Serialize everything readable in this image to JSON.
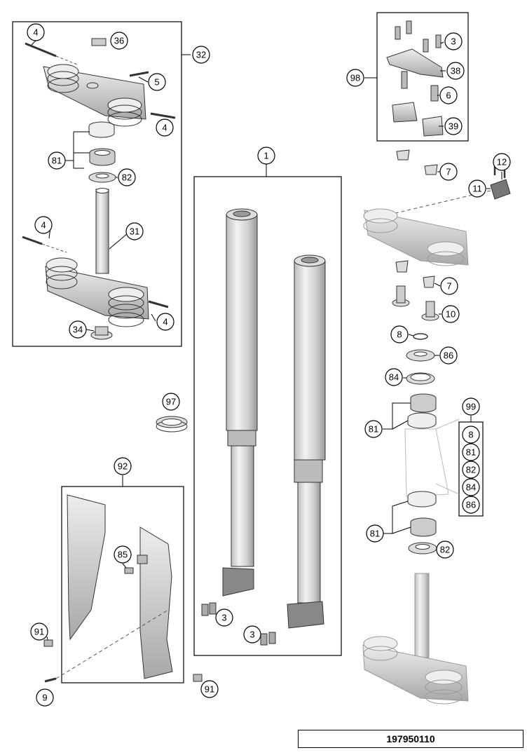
{
  "diagram": {
    "drawing_number": "197950110",
    "callouts": {
      "c4_top": "4",
      "c36": "36",
      "c32": "32",
      "c5": "5",
      "c4_mid": "4",
      "c81_left": "81",
      "c82_left": "82",
      "c31": "31",
      "c4_low_left": "4",
      "c4_low_right": "4",
      "c34": "34",
      "c97": "97",
      "c92": "92",
      "c85": "85",
      "c91_left": "91",
      "c9": "9",
      "c91_bottom": "91",
      "c1": "1",
      "c3_left": "3",
      "c3_right": "3",
      "c98": "98",
      "c3_kit": "3",
      "c38": "38",
      "c6": "6",
      "c39": "39",
      "c12": "12",
      "c11": "11",
      "c7_top": "7",
      "c7_mid": "7",
      "c10": "10",
      "c8": "8",
      "c86": "86",
      "c84": "84",
      "c81_right_top": "81",
      "c81_right_bottom": "81",
      "c82_right": "82",
      "c99": "99"
    },
    "kit_99_items": [
      "8",
      "81",
      "82",
      "84",
      "86"
    ]
  }
}
